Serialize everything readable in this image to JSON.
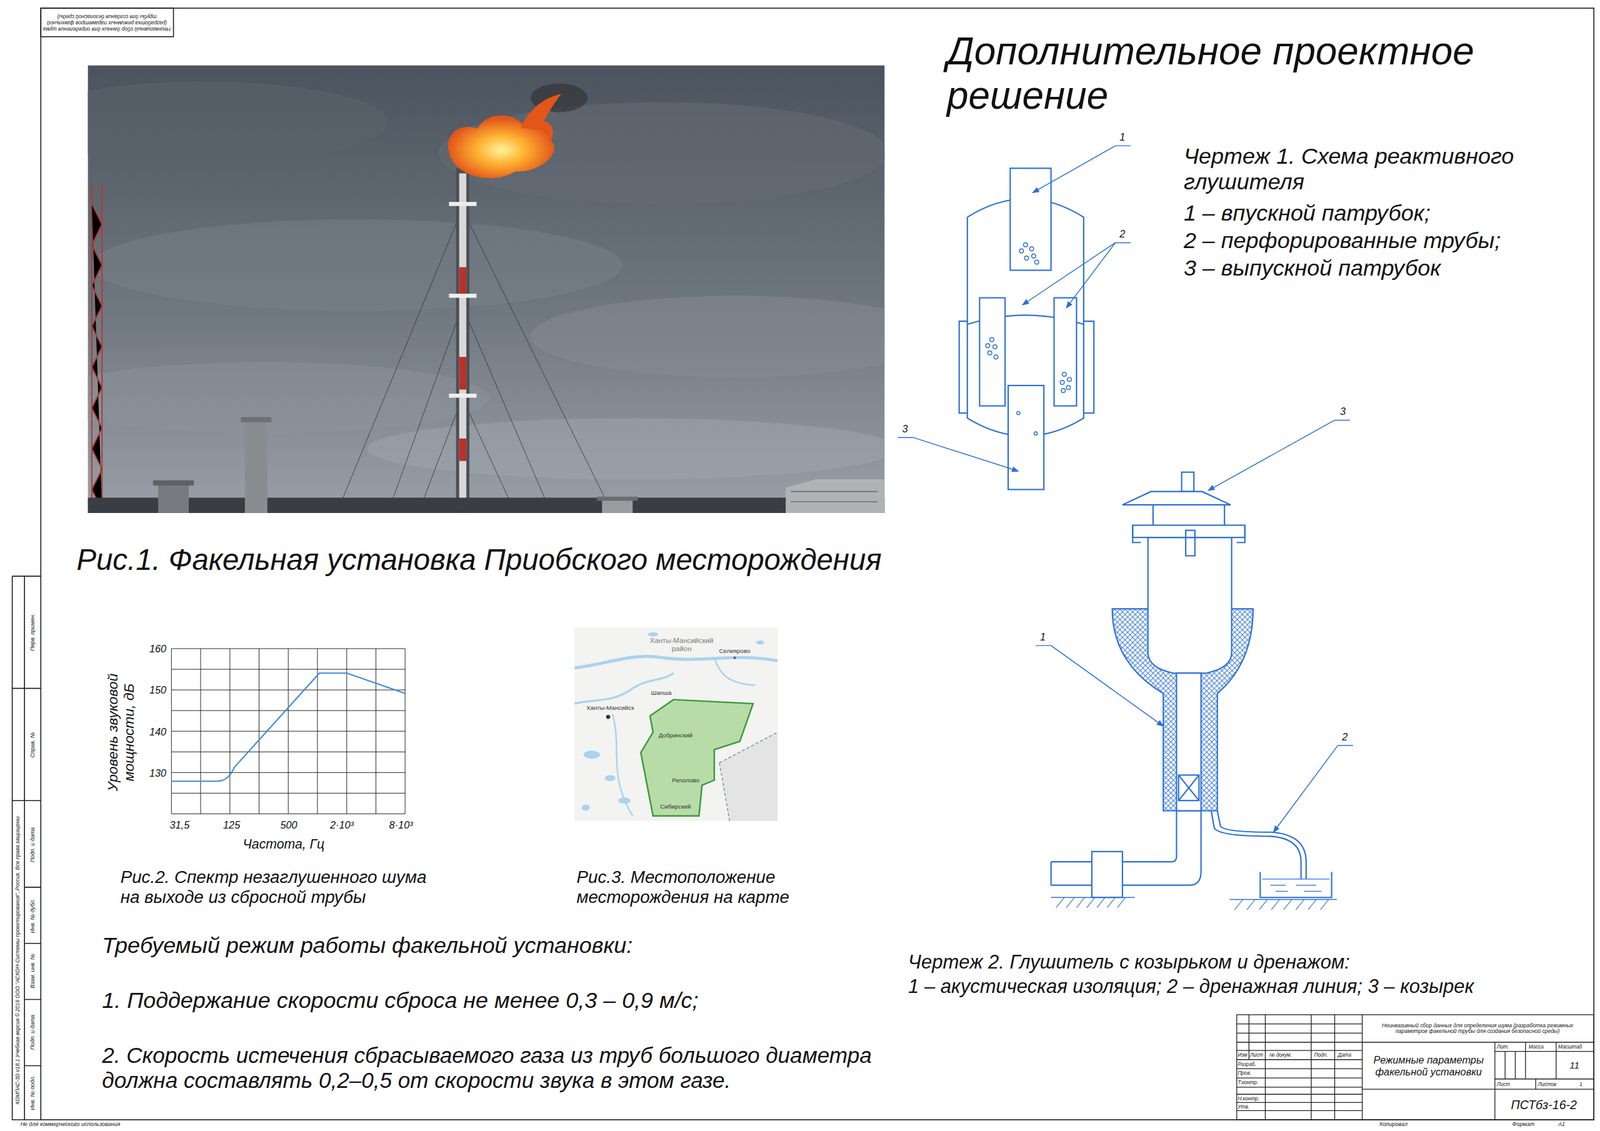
{
  "diagram": {
    "title": "Дополнительное проектное решение",
    "labels": [
      "Неинвазивный сбор данных для определения шума (разработка режимных параметров факельной трубы для создания безопасной среды)",
      "Рис.1. Факельная установка Приобского месторождения",
      "160",
      "150",
      "140",
      "130",
      "31,5",
      "125",
      "500",
      "2·10³",
      "8·10³",
      "Уровень звуковой мощности, дБ",
      "Частота, Гц",
      "Рис.2. Спектр незаглушенного шума на выходе из сбросной трубы",
      "Ханты-Мансийский район",
      "Селиярово",
      "Шапша",
      "Ханты-Мансийск",
      "Добринский",
      "Реполово",
      "Сибирский",
      "Рис.3. Местоположение месторождения на карте",
      "Требуемый режим работы факельной установки:",
      "1. Поддержание скорости сброса не менее 0,3 – 0,9 м/с;",
      "2. Скорость истечения сбрасываемого газа из труб большого диаметра должна составлять 0,2–0,5 от скорости звука в этом газе.",
      "Чертеж 1. Схема реактивного глушителя",
      "1 – впускной патрубок;",
      "2 – перфорированные трубы;",
      "3 – выпускной патрубок",
      "1",
      "2",
      "3",
      "3",
      "1",
      "2",
      "Чертеж 2. Глушитель с козырьком и дренажом:",
      "1 – акустическая изоляция; 2 – дренажная линия; 3 – козырек",
      "Неинвазивный сбор данных для определения шума (разработка режимных параметров факельной трубы для создания безопасной среды)",
      "Изм",
      "Лист",
      "№ докум.",
      "Подп.",
      "Дата",
      "Разраб.",
      "Пров.",
      "Т.контр.",
      "Н.контр.",
      "Утв.",
      "Режимные параметры факельной установки",
      "Лит.",
      "Масса",
      "Масштаб",
      "11",
      "Лист",
      "Листов",
      "1",
      "ПСТбз-16-2",
      "Копировал",
      "Формат",
      "А1",
      "Не для коммерческого использования",
      "Перв. примен.",
      "Справ. №",
      "Подп. и дата",
      "Инв. № дубл.",
      "Взам. инв. №",
      "Подп. и дата",
      "Инв. № подл.",
      "КОМПАС-3D v18.1 Учебная версия © 2019 ООО \"АСКОН-Системы проектирования\", Россия. Все права защищены."
    ]
  }
}
